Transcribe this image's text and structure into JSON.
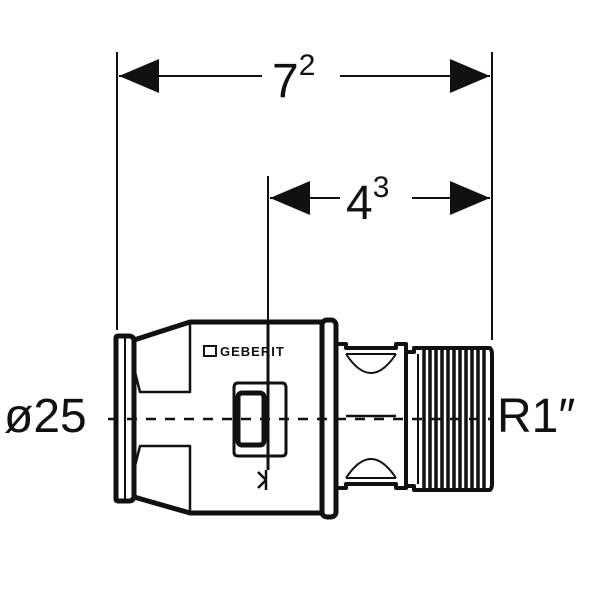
{
  "dimensions": {
    "overall_length": {
      "base": "7",
      "superscript": "2"
    },
    "insertion_length": {
      "base": "4",
      "superscript": "3"
    }
  },
  "labels": {
    "pipe_diameter": "ø25",
    "thread_size": "R1″"
  },
  "brand": {
    "logo_text": "GEBERIT"
  },
  "colors": {
    "line": "#111111",
    "background": "#ffffff"
  }
}
